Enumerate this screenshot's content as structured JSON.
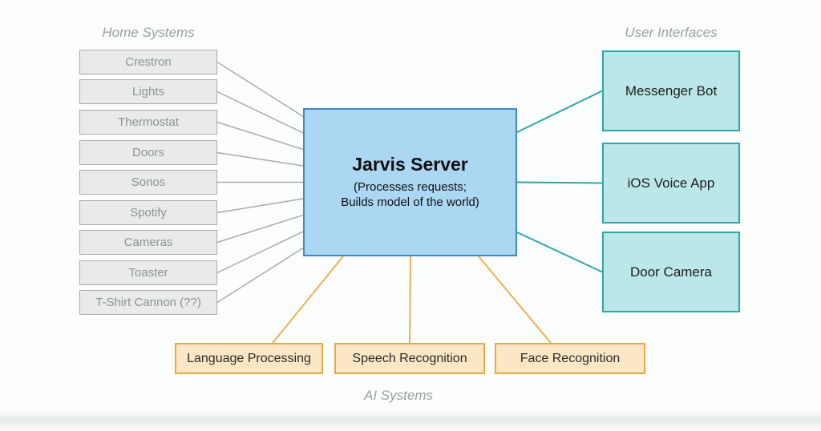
{
  "groups": {
    "home_systems": {
      "title": "Home Systems",
      "items": [
        "Crestron",
        "Lights",
        "Thermostat",
        "Doors",
        "Sonos",
        "Spotify",
        "Cameras",
        "Toaster",
        "T-Shirt Cannon (??)"
      ]
    },
    "user_interfaces": {
      "title": "User Interfaces",
      "items": [
        "Messenger Bot",
        "iOS Voice App",
        "Door Camera"
      ]
    },
    "ai_systems": {
      "title": "AI Systems",
      "items": [
        "Language Processing",
        "Speech Recognition",
        "Face Recognition"
      ]
    }
  },
  "server": {
    "title": "Jarvis Server",
    "subtitle_line1": "(Processes requests;",
    "subtitle_line2": "Builds model of the world)"
  },
  "colors": {
    "server_fill": "#abd7f2",
    "server_border": "#3d88c4",
    "home_fill": "#e9ebeb",
    "home_border": "#a7acac",
    "home_text": "#8d9293",
    "ui_fill": "#bce7e8",
    "ui_border": "#2ba7ae",
    "ai_fill": "#fbe7c5",
    "ai_border": "#eca940",
    "line_gray": "#a8acac",
    "line_teal": "#2aa6ad",
    "line_orange": "#edb04f"
  },
  "connections": [
    {
      "from": "node-crestron",
      "to": "node-jarvis-server",
      "color": "#a8acac",
      "width": 1.5,
      "fromSide": "right",
      "fromPos": 0.5,
      "toSide": "left",
      "toPos": 0.056
    },
    {
      "from": "node-lights",
      "to": "node-jarvis-server",
      "color": "#a8acac",
      "width": 1.5,
      "fromSide": "right",
      "fromPos": 0.5,
      "toSide": "left",
      "toPos": 0.167
    },
    {
      "from": "node-thermostat",
      "to": "node-jarvis-server",
      "color": "#a8acac",
      "width": 1.5,
      "fromSide": "right",
      "fromPos": 0.5,
      "toSide": "left",
      "toPos": 0.278
    },
    {
      "from": "node-doors",
      "to": "node-jarvis-server",
      "color": "#a8acac",
      "width": 1.5,
      "fromSide": "right",
      "fromPos": 0.5,
      "toSide": "left",
      "toPos": 0.389
    },
    {
      "from": "node-sonos",
      "to": "node-jarvis-server",
      "color": "#a8acac",
      "width": 1.5,
      "fromSide": "right",
      "fromPos": 0.5,
      "toSide": "left",
      "toPos": 0.5
    },
    {
      "from": "node-spotify",
      "to": "node-jarvis-server",
      "color": "#a8acac",
      "width": 1.5,
      "fromSide": "right",
      "fromPos": 0.5,
      "toSide": "left",
      "toPos": 0.611
    },
    {
      "from": "node-cameras",
      "to": "node-jarvis-server",
      "color": "#a8acac",
      "width": 1.5,
      "fromSide": "right",
      "fromPos": 0.5,
      "toSide": "left",
      "toPos": 0.722
    },
    {
      "from": "node-toaster",
      "to": "node-jarvis-server",
      "color": "#a8acac",
      "width": 1.5,
      "fromSide": "right",
      "fromPos": 0.5,
      "toSide": "left",
      "toPos": 0.833
    },
    {
      "from": "node-t-shirt-cannon",
      "to": "node-jarvis-server",
      "color": "#a8acac",
      "width": 1.5,
      "fromSide": "right",
      "fromPos": 0.5,
      "toSide": "left",
      "toPos": 0.944
    },
    {
      "from": "node-jarvis-server",
      "to": "node-messenger-bot",
      "color": "#2aa6ad",
      "width": 2,
      "fromSide": "right",
      "fromPos": 0.162,
      "toSide": "left",
      "toPos": 0.5
    },
    {
      "from": "node-jarvis-server",
      "to": "node-ios-voice-app",
      "color": "#2aa6ad",
      "width": 2,
      "fromSide": "right",
      "fromPos": 0.5,
      "toSide": "left",
      "toPos": 0.5
    },
    {
      "from": "node-jarvis-server",
      "to": "node-door-camera",
      "color": "#2aa6ad",
      "width": 2,
      "fromSide": "right",
      "fromPos": 0.838,
      "toSide": "left",
      "toPos": 0.5
    },
    {
      "from": "node-jarvis-server",
      "to": "node-language-processing",
      "color": "#edb04f",
      "width": 2,
      "fromSide": "bottom",
      "fromPos": 0.187,
      "toSide": "top",
      "toPos": 0.66
    },
    {
      "from": "node-jarvis-server",
      "to": "node-speech-recognition",
      "color": "#edb04f",
      "width": 2,
      "fromSide": "bottom",
      "fromPos": 0.502,
      "toSide": "top",
      "toPos": 0.5
    },
    {
      "from": "node-jarvis-server",
      "to": "node-face-recognition",
      "color": "#edb04f",
      "width": 2,
      "fromSide": "bottom",
      "fromPos": 0.82,
      "toSide": "top",
      "toPos": 0.372
    }
  ]
}
